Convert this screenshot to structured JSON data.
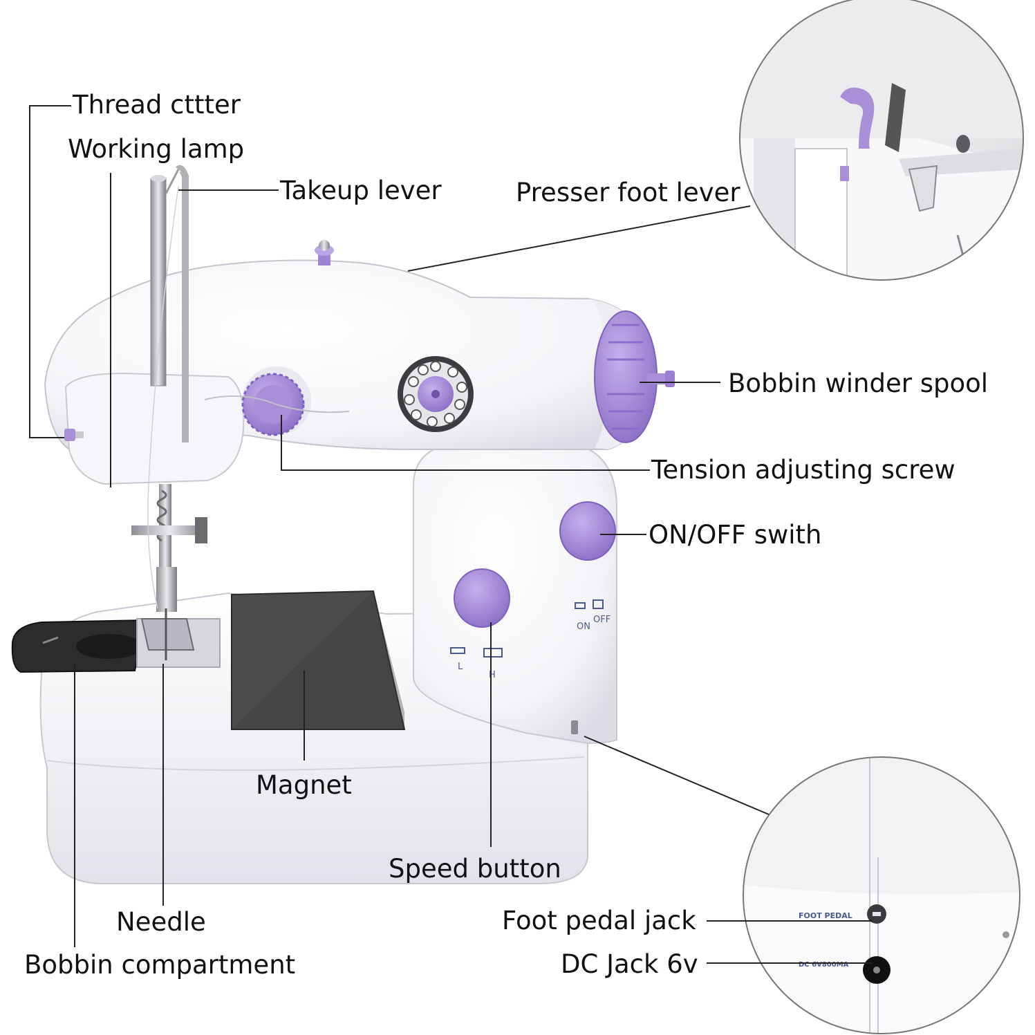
{
  "labels": {
    "thread_cutter": "Thread cttter",
    "working_lamp": "Working lamp",
    "takeup_lever": "Takeup lever",
    "presser_foot_lever": "Presser foot lever",
    "bobbin_winder_spool": "Bobbin winder spool",
    "tension_adjusting_screw": "Tension adjusting screw",
    "on_off_switch": "ON/OFF swith",
    "magnet": "Magnet",
    "speed_button": "Speed button",
    "needle": "Needle",
    "bobbin_compartment": "Bobbin compartment",
    "foot_pedal_jack": "Foot pedal jack",
    "dc_jack": "DC Jack 6v"
  },
  "machine_print": {
    "on": "ON",
    "off": "OFF",
    "low": "L",
    "high": "H",
    "foot_pedal": "FOOT PEDAL",
    "dc_rating": "DC 6V800MA"
  },
  "colors": {
    "accent_purple": "#a98fd8",
    "accent_purple_dark": "#8d6fc6",
    "body_white": "#fbfbfd",
    "magnet_gray": "#4c4c4c",
    "leader_line": "#222222"
  }
}
